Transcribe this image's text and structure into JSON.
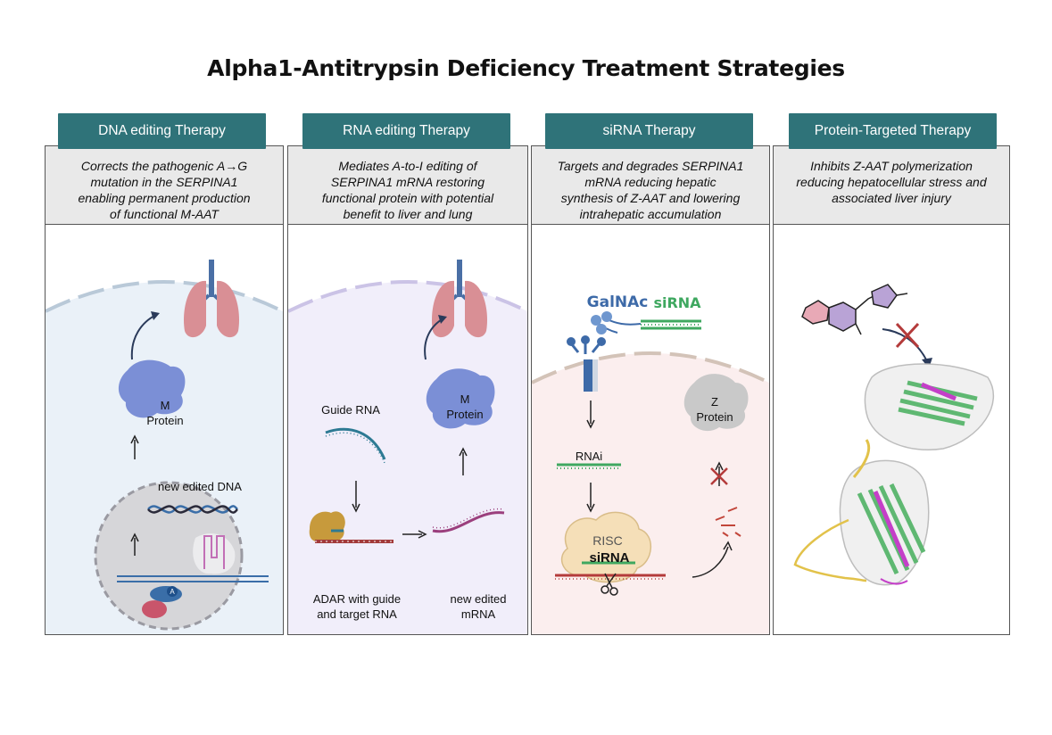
{
  "title": "Alpha1-Antitrypsin Deficiency Treatment Strategies",
  "panels": [
    {
      "heading": "DNA editing Therapy",
      "description": "Corrects the pathogenic A→G\nmutation in the SERPINA1\nenabling permanent production\nof functional M-AAT",
      "labels": {
        "protein": "M\nProtein",
        "dna": "new edited DNA",
        "base": "A"
      }
    },
    {
      "heading": "RNA editing Therapy",
      "description": "Mediates A-to-I editing of\nSERPINA1 mRNA restoring\nfunctional protein with potential\nbenefit to liver and lung",
      "labels": {
        "guide": "Guide RNA",
        "protein": "M\nProtein",
        "adar": "ADAR with guide\nand target RNA",
        "mrna": "new edited\nmRNA"
      }
    },
    {
      "heading": "siRNA Therapy",
      "description": "Targets and degrades SERPINA1\nmRNA reducing hepatic\nsynthesis of Z-AAT and lowering\nintrahepatic accumulation",
      "labels": {
        "galnac": "GalNAc",
        "sirna": "siRNA",
        "rnai": "RNAi",
        "protein": "Z\nProtein",
        "risc": "RISC",
        "risc_sirna": "siRNA"
      }
    },
    {
      "heading": "Protein-Targeted Therapy",
      "description": "Inhibits Z-AAT polymerization\nreducing hepatocellular stress and\nassociated liver injury"
    }
  ],
  "colors": {
    "tab_bg": "#2f7379",
    "desc_bg": "#e9e9e9",
    "cell_blue": "#eaf1f8",
    "cell_purple": "#f1eefa",
    "cell_pink": "#fbeeee",
    "lung": "#d98f95",
    "trachea": "#4a6fa5",
    "protein_m": "#7b8fd6",
    "protein_z": "#c9c9c9",
    "strand_green": "#5fb872",
    "strand_magenta": "#c43fc8",
    "helix_yellow": "#e2c24a",
    "galnac": "#3d6aa8",
    "sirna_green": "#3fa860",
    "mrna_red": "#b43b3b",
    "mrna_purple": "#9b3f7d"
  }
}
